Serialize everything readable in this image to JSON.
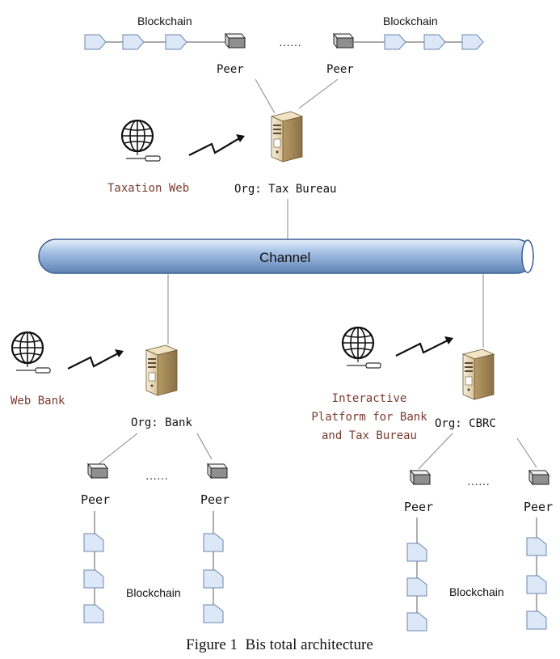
{
  "blockchain_label": "Blockchain",
  "peer_label": "Peer",
  "ellipsis": "……",
  "channel_label": "Channel",
  "orgs": {
    "tax": "Org: Tax Bureau",
    "bank": "Org: Bank",
    "cbrc": "Org: CBRC"
  },
  "webs": {
    "taxation": "Taxation Web",
    "bank": "Web Bank",
    "interactive": [
      "Interactive",
      "Platform for Bank",
      "and Tax Bureau"
    ]
  },
  "caption": "Figure 1  Bis total architecture",
  "colors": {
    "web_label": "#7a3b30",
    "channel_fill": "#9bbbe0",
    "block_fill": "#dce8f7",
    "block_stroke": "#6c87ad"
  },
  "icons": {
    "server": "server-icon",
    "peer": "peer-node-icon",
    "globe": "globe-icon",
    "link": "lightning-link-icon",
    "block": "block-icon"
  }
}
